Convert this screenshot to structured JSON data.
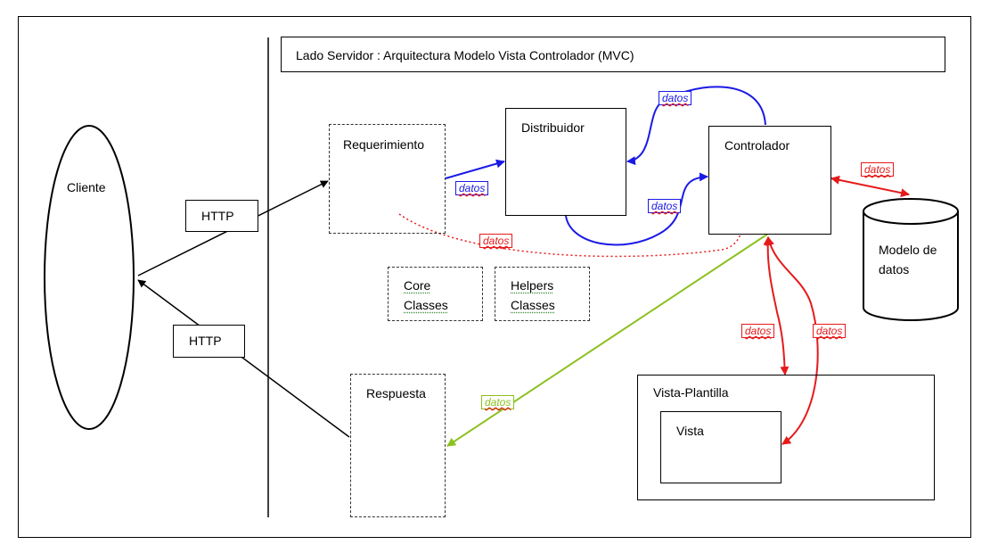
{
  "title": "Lado Servidor : Arquitectura Modelo Vista Controlador (MVC)",
  "client": "Cliente",
  "http_request": "HTTP",
  "http_response": "HTTP",
  "nodes": {
    "requerimiento": "Requerimiento",
    "distribuidor": "Distribuidor",
    "controlador": "Controlador",
    "modelo_line1": "Modelo de",
    "modelo_line2": "datos",
    "core_line1": "Core",
    "core_line2": "Classes",
    "helpers_line1": "Helpers",
    "helpers_line2": "Classes",
    "respuesta": "Respuesta",
    "vista_plantilla": "Vista-Plantilla",
    "vista": "Vista"
  },
  "data_label": "datos",
  "colors": {
    "blue": "#1a1ae6",
    "red": "#e61a1a",
    "green": "#8cc020",
    "black": "#000000"
  }
}
